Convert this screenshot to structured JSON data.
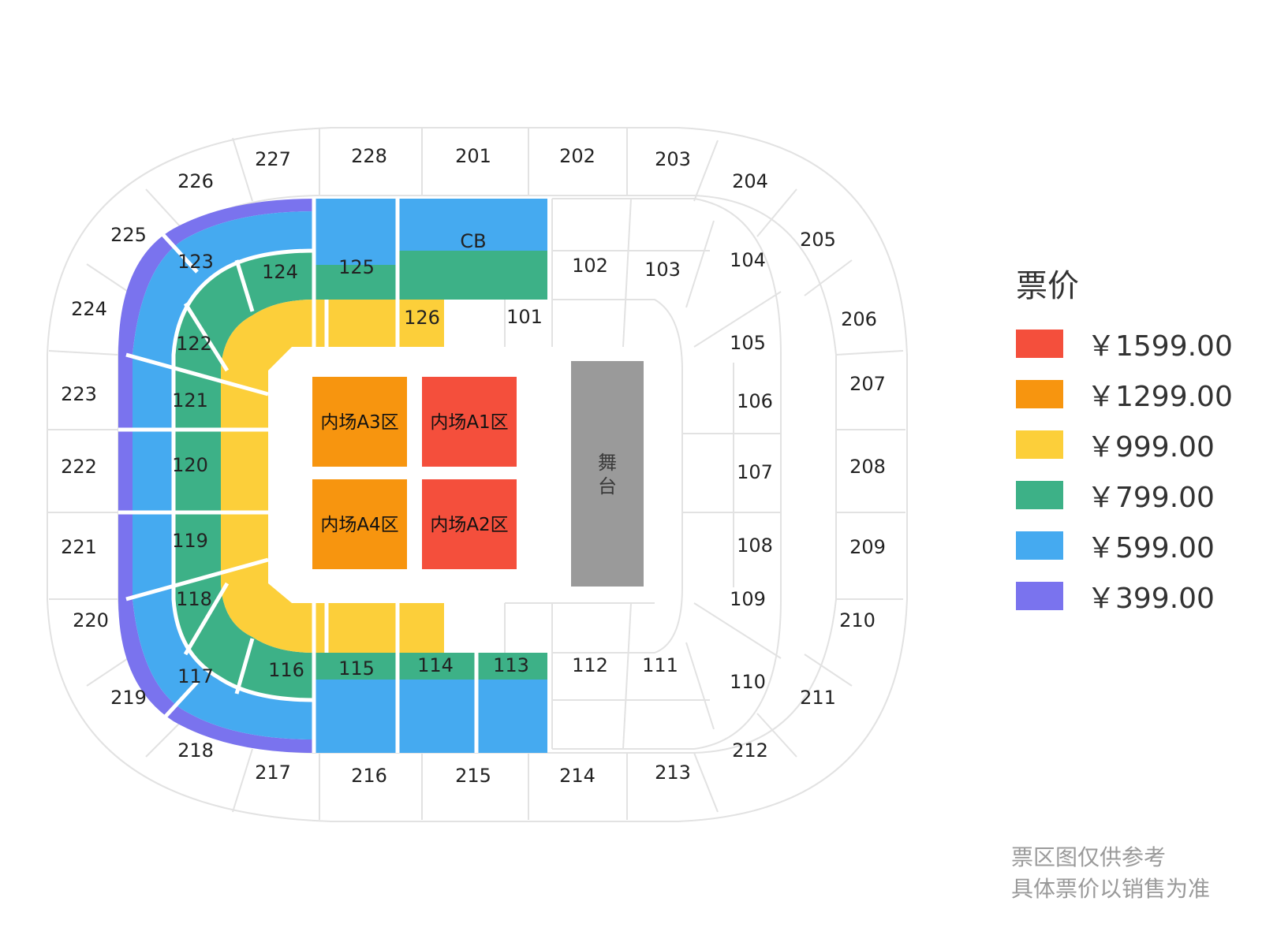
{
  "legend": {
    "title": "票价",
    "items": [
      {
        "price": "￥1599.00",
        "color": "#f44f3c"
      },
      {
        "price": "￥1299.00",
        "color": "#f7950f"
      },
      {
        "price": "￥999.00",
        "color": "#fccf3a"
      },
      {
        "price": "￥799.00",
        "color": "#3db187"
      },
      {
        "price": "￥599.00",
        "color": "#45aaf0"
      },
      {
        "price": "￥399.00",
        "color": "#7a73ee"
      }
    ]
  },
  "stage": {
    "label_line1": "舞",
    "label_line2": "台",
    "color": "#9a9a9a"
  },
  "floor_zones": [
    {
      "label": "内场A3区",
      "tier": "￥1299.00"
    },
    {
      "label": "内场A1区",
      "tier": "￥1599.00"
    },
    {
      "label": "内场A4区",
      "tier": "￥1299.00"
    },
    {
      "label": "内场A2区",
      "tier": "￥1599.00"
    }
  ],
  "lower_sections": [
    "101",
    "102",
    "103",
    "104",
    "105",
    "106",
    "107",
    "108",
    "109",
    "110",
    "111",
    "112",
    "113",
    "114",
    "115",
    "116",
    "117",
    "118",
    "119",
    "120",
    "121",
    "122",
    "123",
    "124",
    "125",
    "126",
    "CB"
  ],
  "upper_sections": [
    "201",
    "202",
    "203",
    "204",
    "205",
    "206",
    "207",
    "208",
    "209",
    "210",
    "211",
    "212",
    "213",
    "214",
    "215",
    "216",
    "217",
    "218",
    "219",
    "220",
    "221",
    "222",
    "223",
    "224",
    "225",
    "226",
    "227",
    "228"
  ],
  "disclaimer": {
    "line1": "票区图仅供参考",
    "line2": "具体票价以销售为准"
  }
}
